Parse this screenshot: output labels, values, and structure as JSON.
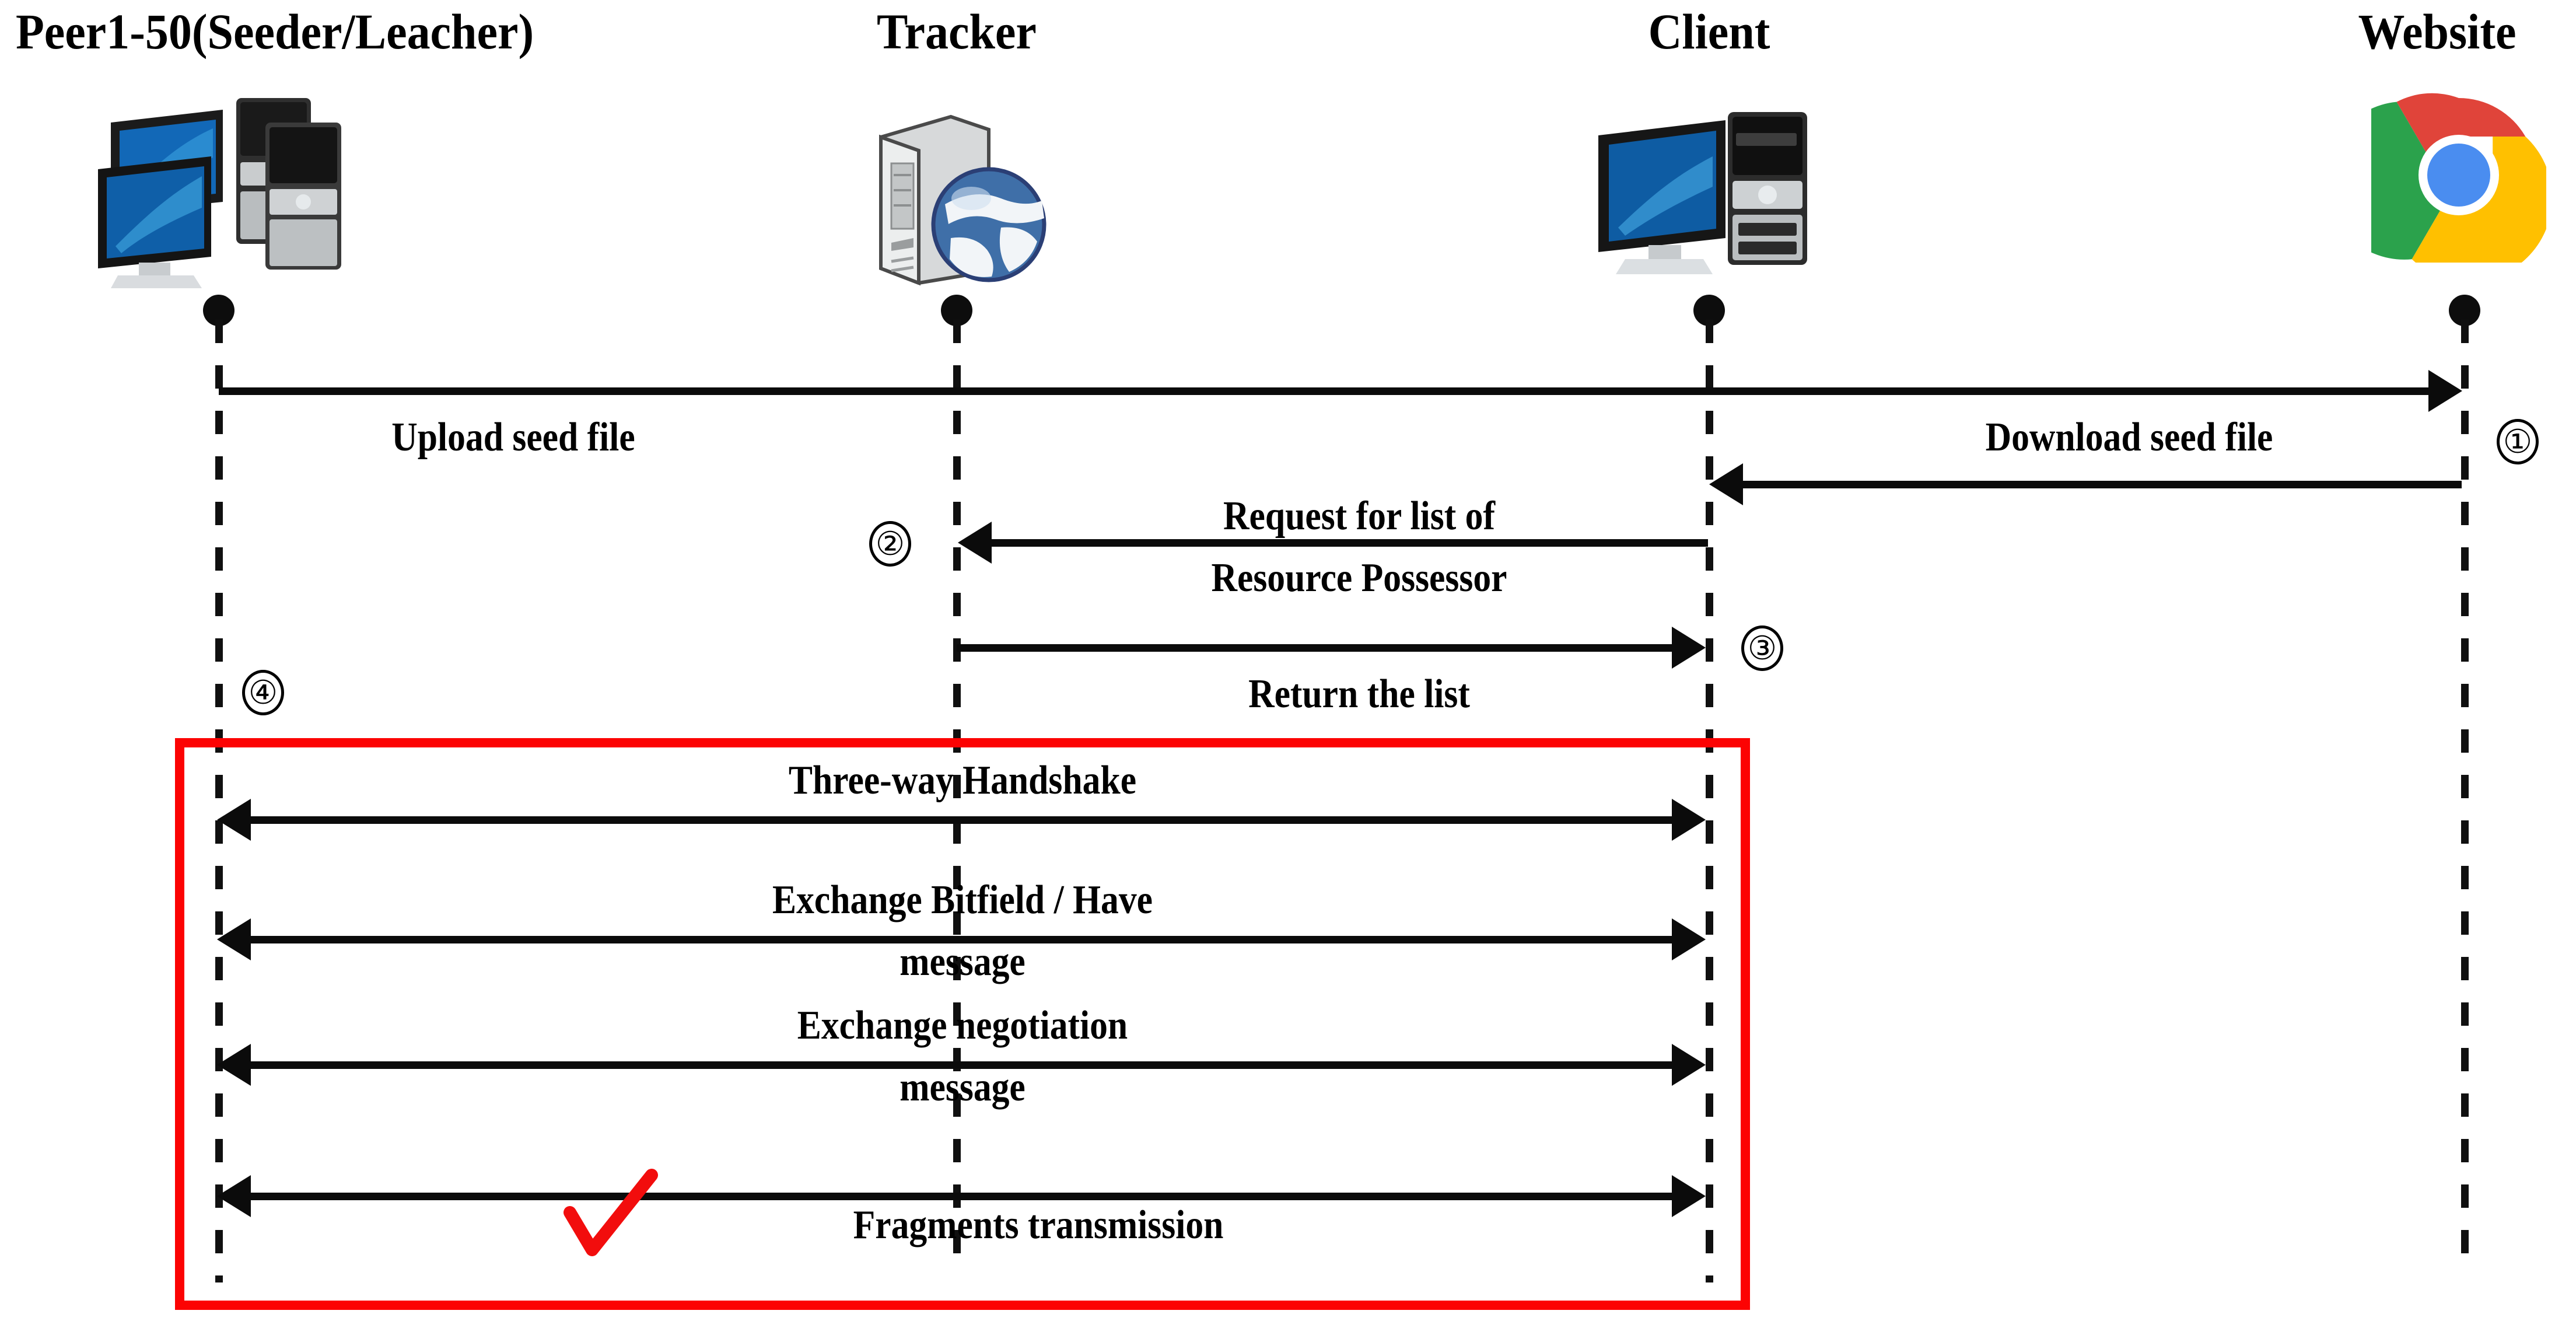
{
  "diagram": {
    "title": "BitTorrent peer-to-peer sequence diagram",
    "accent_red": "#FC0303",
    "line_color": "#0B0B0B"
  },
  "actors": [
    {
      "id": "peer",
      "label": "Peer1-50(Seeder/Leacher)",
      "icon": "computers-group-icon"
    },
    {
      "id": "tracker",
      "label": "Tracker",
      "icon": "server-globe-icon"
    },
    {
      "id": "client",
      "label": "Client",
      "icon": "desktop-computer-icon"
    },
    {
      "id": "website",
      "label": "Website",
      "icon": "chrome-browser-icon"
    }
  ],
  "messages": [
    {
      "id": "m1",
      "label": "Upload seed file",
      "from": "peer",
      "to": "website",
      "direction": "right",
      "step": "①"
    },
    {
      "id": "m2",
      "label": "Download seed file",
      "from": "website",
      "to": "client",
      "direction": "left",
      "step": "①"
    },
    {
      "id": "m3",
      "label_line1": "Request for list of",
      "label_line2": "Resource Possessor",
      "from": "client",
      "to": "tracker",
      "direction": "left",
      "step": "②"
    },
    {
      "id": "m4",
      "label": "Return the list",
      "from": "tracker",
      "to": "client",
      "direction": "right",
      "step": "③"
    },
    {
      "id": "m5",
      "label": "Three-way Handshake",
      "from": "peer",
      "to": "client",
      "direction": "both",
      "step": ""
    },
    {
      "id": "m6",
      "label_line1": "Exchange Bitfield / Have",
      "label_line2": "message",
      "from": "peer",
      "to": "client",
      "direction": "both",
      "step": ""
    },
    {
      "id": "m7",
      "label_line1": "Exchange negotiation",
      "label_line2": "message",
      "from": "peer",
      "to": "client",
      "direction": "both",
      "step": ""
    },
    {
      "id": "m8",
      "label": "Fragments transmission",
      "from": "peer",
      "to": "client",
      "direction": "both",
      "step": "",
      "marker": "red-check"
    }
  ],
  "step_markers": {
    "one": "①",
    "two": "②",
    "three": "③",
    "four": "④"
  },
  "chrome_icon_colors": {
    "red": "#E0443A",
    "green": "#2BA24C",
    "yellow": "#FFC000",
    "blue": "#4A8DF0",
    "white": "#FFFFFF"
  },
  "highlight_box": {
    "name": "p2p-exchange-highlight",
    "color": "#FC0303"
  }
}
